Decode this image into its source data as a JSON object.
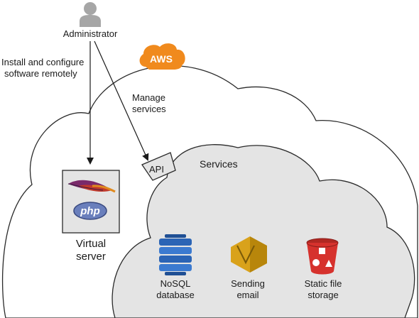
{
  "diagram": {
    "aws_badge": "AWS",
    "administrator": {
      "label": "Administrator"
    },
    "install_note": {
      "line1": "Install and configure",
      "line2": "software remotely"
    },
    "manage_note": {
      "line1": "Manage",
      "line2": "services"
    },
    "api_label": "API",
    "services_title": "Services",
    "php_logo": "php",
    "virtual_server": {
      "line1": "Virtual",
      "line2": "server"
    },
    "services": [
      {
        "icon": "database-icon",
        "line1": "NoSQL",
        "line2": "database",
        "color": "#2b64b5"
      },
      {
        "icon": "email-icon",
        "line1": "Sending",
        "line2": "email",
        "color": "#d9a21b"
      },
      {
        "icon": "storage-bucket-icon",
        "line1": "Static file",
        "line2": "storage",
        "color": "#d6322d"
      }
    ],
    "colors": {
      "aws_orange": "#f08a1d",
      "inner_cloud_fill": "#e4e4e4",
      "outline": "#2a2a2a",
      "php_blue": "#6a7fbc"
    }
  }
}
